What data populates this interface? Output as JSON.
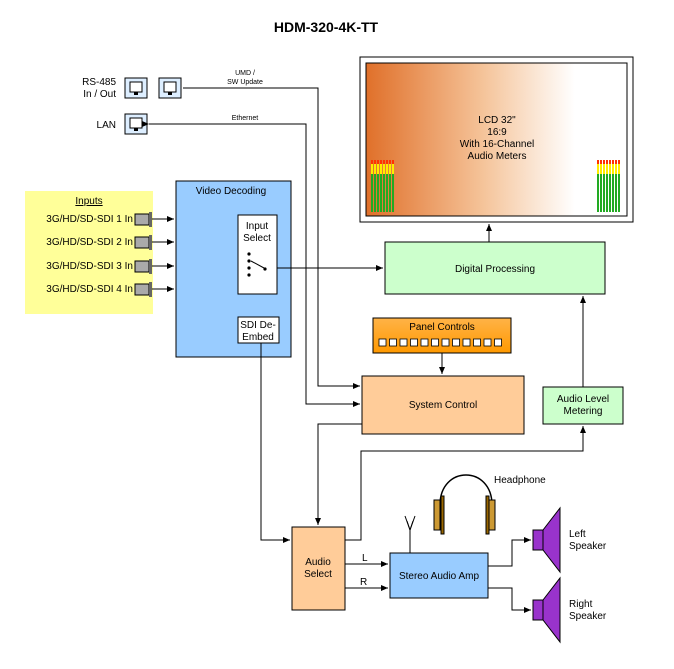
{
  "title": "HDM-320-4K-TT",
  "io": {
    "rs485_line1": "RS-485",
    "rs485_line2": "In / Out",
    "lan": "LAN",
    "umd_line1": "UMD /",
    "umd_line2": "SW Update",
    "ethernet": "Ethernet"
  },
  "inputs": {
    "heading": "Inputs",
    "items": [
      "3G/HD/SD-SDI 1 In",
      "3G/HD/SD-SDI 2 In",
      "3G/HD/SD-SDI 3 In",
      "3G/HD/SD-SDI 4 In"
    ]
  },
  "video_decoding": {
    "title": "Video Decoding",
    "input_select_line1": "Input",
    "input_select_line2": "Select",
    "deembed_line1": "SDI De-",
    "deembed_line2": "Embed"
  },
  "lcd": {
    "line1": "LCD 32\"",
    "line2": "16:9",
    "line3": "With 16-Channel",
    "line4": "Audio Meters"
  },
  "blocks": {
    "digital_processing": "Digital Processing",
    "panel_controls": "Panel Controls",
    "system_control": "System Control",
    "audio_level_line1": "Audio Level",
    "audio_level_line2": "Metering",
    "audio_select_line1": "Audio",
    "audio_select_line2": "Select",
    "stereo_amp": "Stereo Audio Amp"
  },
  "audio_out": {
    "headphone": "Headphone",
    "left_line1": "Left",
    "left_line2": "Speaker",
    "right_line1": "Right",
    "right_line2": "Speaker",
    "l": "L",
    "r": "R"
  },
  "colors": {
    "inputs_panel": "#ffff99",
    "video_decoding": "#99ccff",
    "digital_processing": "#ccffcc",
    "system_control": "#ffcc99",
    "panel_controls": "#ff9900",
    "stereo_amp": "#99ccff",
    "speaker": "#9933cc",
    "headphone_pad": "#cc9933"
  }
}
